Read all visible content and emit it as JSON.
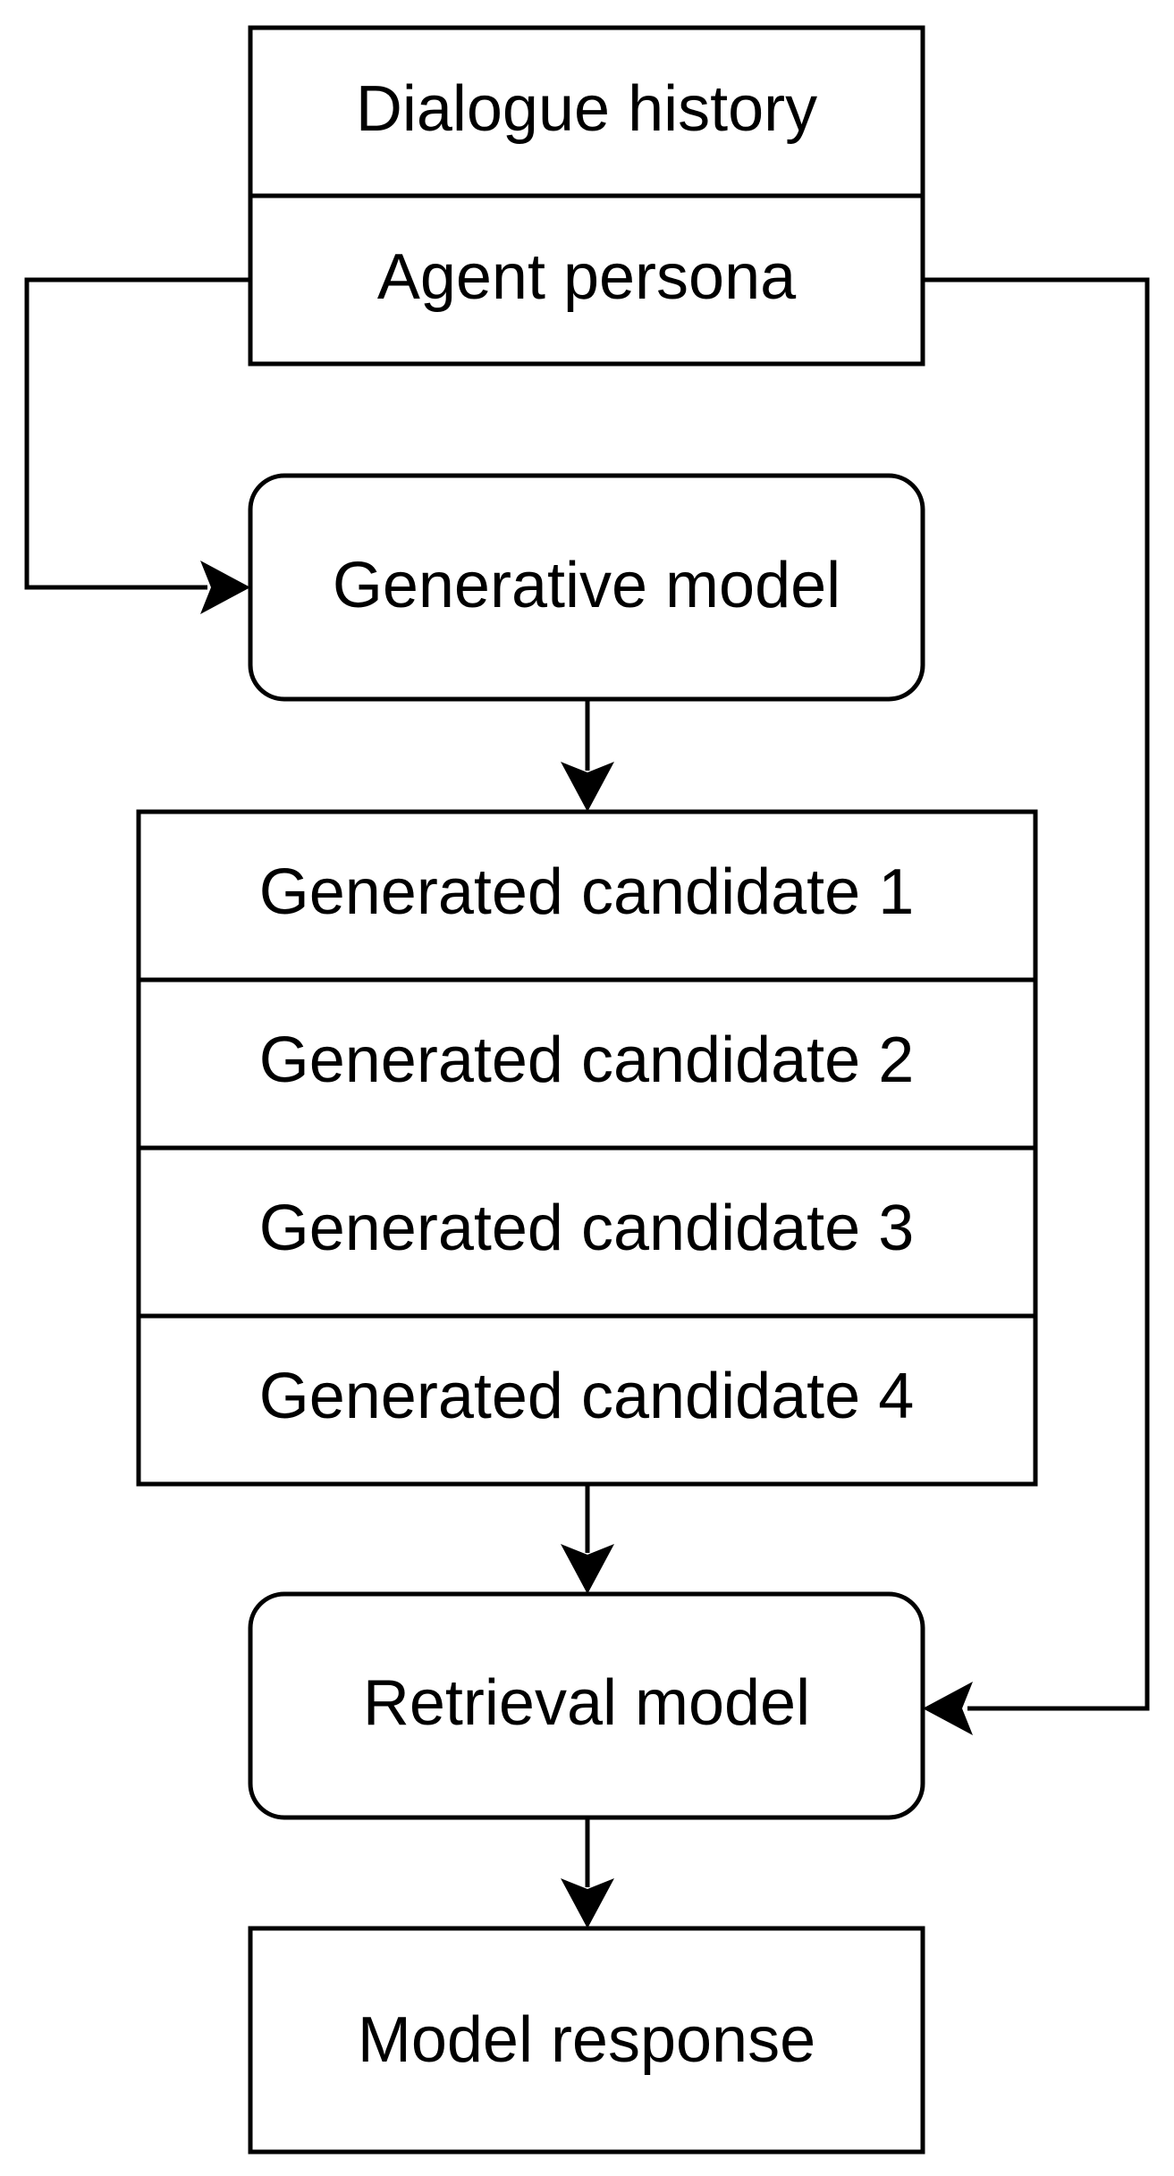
{
  "inputs": {
    "dialogue_history": "Dialogue history",
    "agent_persona": "Agent persona"
  },
  "generative_model": {
    "label": "Generative model"
  },
  "candidates": [
    "Generated candidate 1",
    "Generated candidate 2",
    "Generated candidate 3",
    "Generated candidate 4"
  ],
  "retrieval_model": {
    "label": "Retrieval model"
  },
  "output": {
    "label": "Model response"
  },
  "colors": {
    "stroke": "#000000",
    "fill": "#ffffff"
  }
}
